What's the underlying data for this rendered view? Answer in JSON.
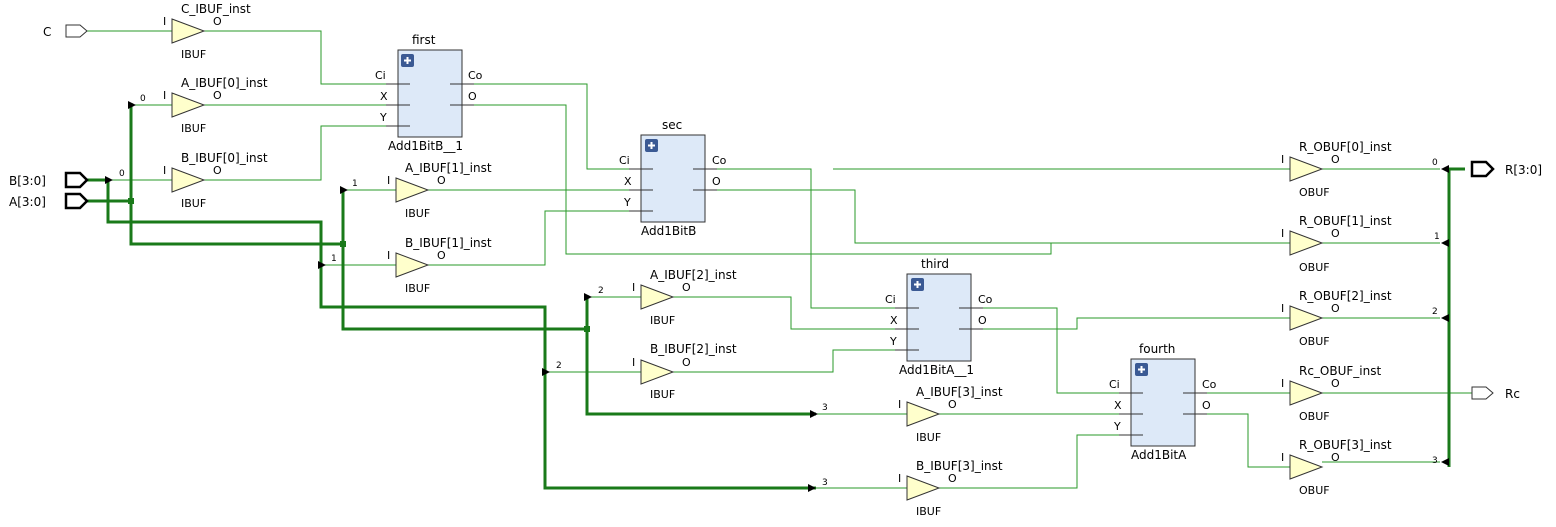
{
  "colors": {
    "wire": "#2a9a2a",
    "bus": "#1a7a1a",
    "buffer_fill": "#ffffcc",
    "block_fill": "#dde9f8",
    "block_stroke": "#333333",
    "plus_badge": "#3b5a94"
  },
  "ports": {
    "c": "C",
    "b": "B[3:0]",
    "a": "A[3:0]",
    "r": "R[3:0]",
    "rc": "Rc"
  },
  "bus_indices": {
    "i0": "0",
    "i1": "1",
    "i2": "2",
    "i3": "3"
  },
  "buffers": [
    {
      "name": "C_IBUF_inst",
      "type": "IBUF",
      "in": "I",
      "out": "O"
    },
    {
      "name": "A_IBUF[0]_inst",
      "type": "IBUF",
      "in": "I",
      "out": "O"
    },
    {
      "name": "B_IBUF[0]_inst",
      "type": "IBUF",
      "in": "I",
      "out": "O"
    },
    {
      "name": "A_IBUF[1]_inst",
      "type": "IBUF",
      "in": "I",
      "out": "O"
    },
    {
      "name": "B_IBUF[1]_inst",
      "type": "IBUF",
      "in": "I",
      "out": "O"
    },
    {
      "name": "A_IBUF[2]_inst",
      "type": "IBUF",
      "in": "I",
      "out": "O"
    },
    {
      "name": "B_IBUF[2]_inst",
      "type": "IBUF",
      "in": "I",
      "out": "O"
    },
    {
      "name": "A_IBUF[3]_inst",
      "type": "IBUF",
      "in": "I",
      "out": "O"
    },
    {
      "name": "B_IBUF[3]_inst",
      "type": "IBUF",
      "in": "I",
      "out": "O"
    },
    {
      "name": "R_OBUF[0]_inst",
      "type": "OBUF",
      "in": "I",
      "out": "O"
    },
    {
      "name": "R_OBUF[1]_inst",
      "type": "OBUF",
      "in": "I",
      "out": "O"
    },
    {
      "name": "R_OBUF[2]_inst",
      "type": "OBUF",
      "in": "I",
      "out": "O"
    },
    {
      "name": "Rc_OBUF_inst",
      "type": "OBUF",
      "in": "I",
      "out": "O"
    },
    {
      "name": "R_OBUF[3]_inst",
      "type": "OBUF",
      "in": "I",
      "out": "O"
    }
  ],
  "blocks": [
    {
      "title": "first",
      "cell": "Add1BitB__1",
      "pins": {
        "ci": "Ci",
        "x": "X",
        "y": "Y",
        "co": "Co",
        "o": "O"
      }
    },
    {
      "title": "sec",
      "cell": "Add1BitB",
      "pins": {
        "ci": "Ci",
        "x": "X",
        "y": "Y",
        "co": "Co",
        "o": "O"
      }
    },
    {
      "title": "third",
      "cell": "Add1BitA__1",
      "pins": {
        "ci": "Ci",
        "x": "X",
        "y": "Y",
        "co": "Co",
        "o": "O"
      }
    },
    {
      "title": "fourth",
      "cell": "Add1BitA",
      "pins": {
        "ci": "Ci",
        "x": "X",
        "y": "Y",
        "co": "Co",
        "o": "O"
      }
    }
  ]
}
